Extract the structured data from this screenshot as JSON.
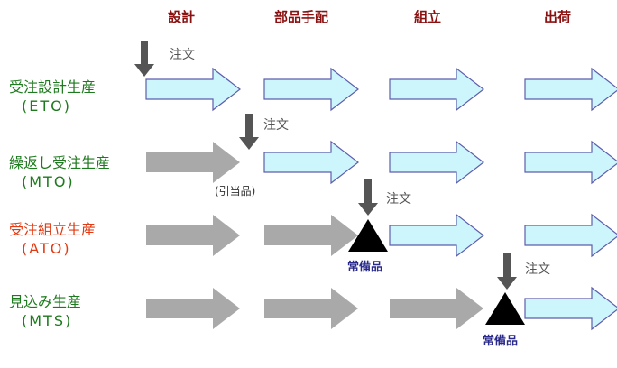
{
  "stages": [
    "設計",
    "部品手配",
    "組立",
    "出荷"
  ],
  "rows": [
    {
      "name": "受注設計生産",
      "abbr": "(ETO)",
      "color": "#1e7a1e",
      "arrows": [
        "active",
        "active",
        "active",
        "active"
      ],
      "order_at": "設計",
      "stock_at": null
    },
    {
      "name": "繰返し受注生産",
      "abbr": "(MTO)",
      "color": "#1e7a1e",
      "arrows": [
        "inactive",
        "active",
        "active",
        "active"
      ],
      "order_at": "部品手配",
      "stock_at": null,
      "note": "(引当品)"
    },
    {
      "name": "受注組立生産",
      "abbr": "(ATO)",
      "color": "#e23a12",
      "arrows": [
        "inactive",
        "inactive",
        "active",
        "active"
      ],
      "order_at": "組立",
      "stock_at": "組立"
    },
    {
      "name": "見込み生産",
      "abbr": "(MTS)",
      "color": "#1e7a1e",
      "arrows": [
        "inactive",
        "inactive",
        "inactive",
        "active"
      ],
      "order_at": "出荷",
      "stock_at": "出荷"
    }
  ],
  "labels": {
    "order": "注文",
    "stock": "常備品"
  },
  "colors": {
    "stage_header": "#8b1010",
    "active_fill": "#ccf6fb",
    "active_stroke": "#5d5dae",
    "inactive_fill": "#a9a9a9",
    "order_arrow": "#555555",
    "stock": "#000000",
    "stock_label": "#2a2a8c"
  }
}
